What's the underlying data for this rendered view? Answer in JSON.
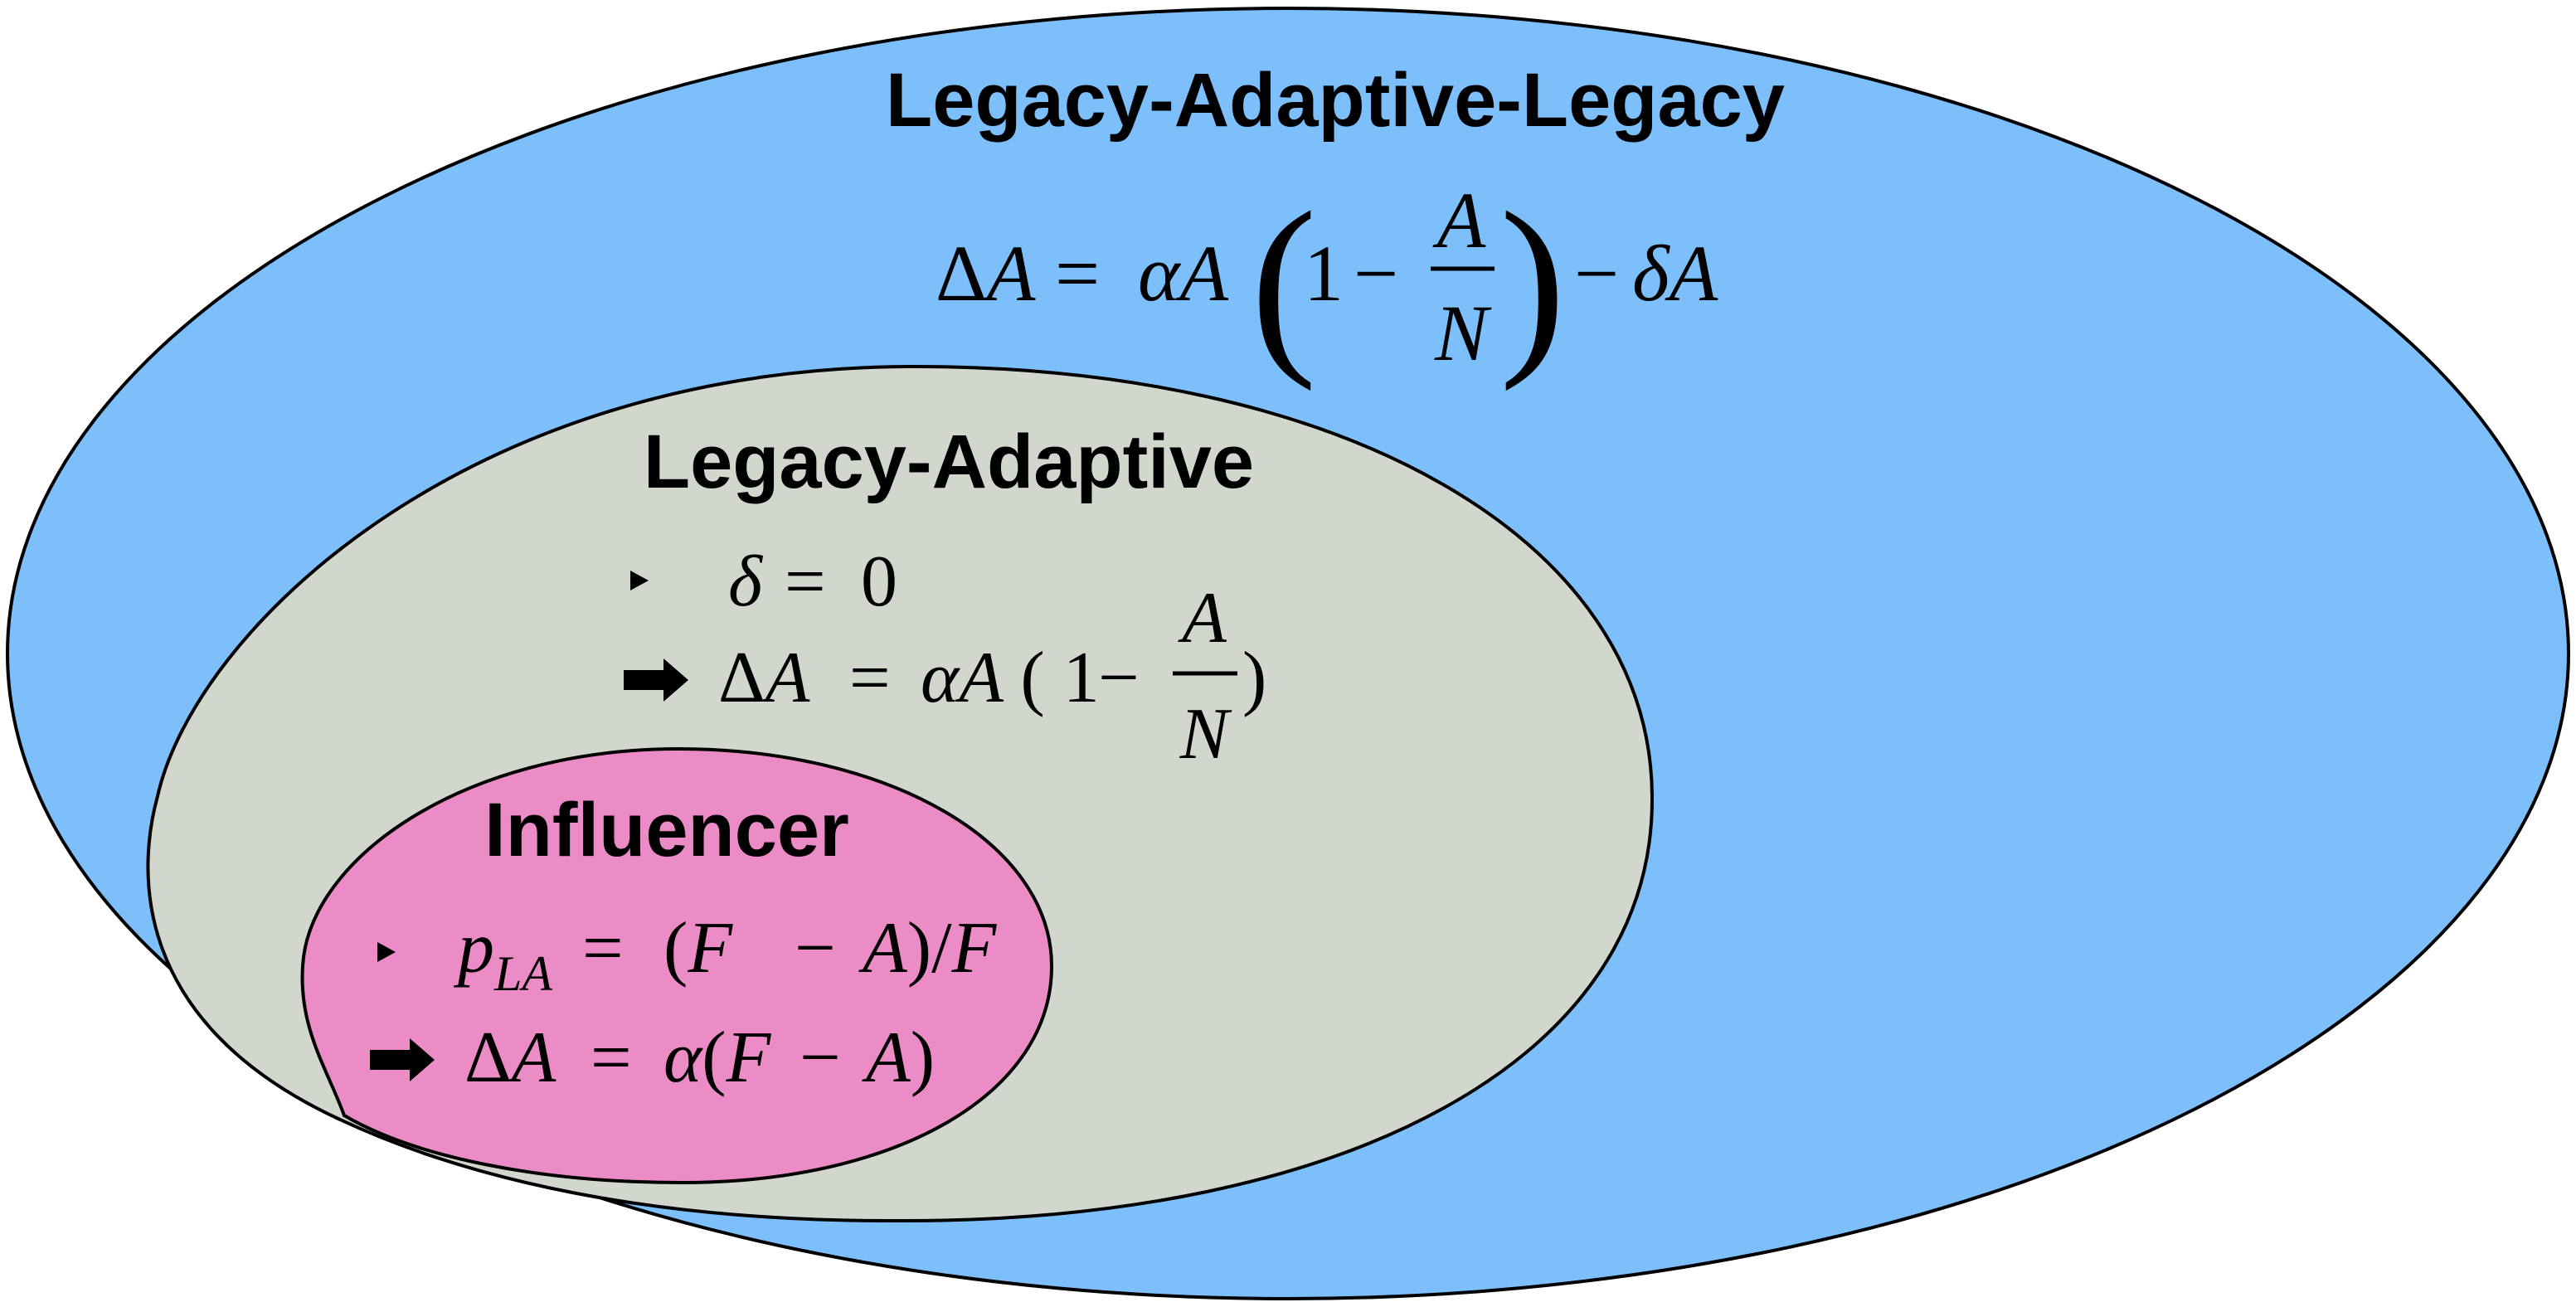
{
  "colors": {
    "outer_fill": "#7dbffa",
    "middle_fill": "#d2d7cd",
    "inner_fill": "#ec8cc7",
    "outline": "#000000"
  },
  "outer": {
    "title": "Legacy-Adaptive-Legacy",
    "eq": {
      "delta": "Δ",
      "a1": "A",
      "eq_sign": "=",
      "alpha": "α",
      "a2": "A",
      "lparen": "(",
      "one": "1",
      "minus1": "−",
      "frac_num": "A",
      "frac_den": "N",
      "rparen": ")",
      "minus2": "−",
      "delta_lower": "δ",
      "a3": "A"
    }
  },
  "middle": {
    "title": "Legacy-Adaptive",
    "condition": {
      "bullet_icon": "triangle-bullet",
      "delta_lower": "δ",
      "eq_sign": "=",
      "zero": "0"
    },
    "result": {
      "arrow_icon": "right-arrow",
      "delta": "Δ",
      "a1": "A",
      "eq_sign": "=",
      "alpha": "α",
      "a2": "A",
      "lparen": "(",
      "one": "1",
      "minus": "−",
      "frac_num": "A",
      "frac_den": "N",
      "rparen": ")"
    }
  },
  "inner": {
    "title": "Influencer",
    "condition": {
      "bullet_icon": "triangle-bullet",
      "p": "p",
      "subscript": "LA",
      "eq_sign": "=",
      "lparen": "(",
      "f1": "F",
      "minus": "−",
      "a": "A",
      "rparen": ")",
      "slash": "/",
      "f2": "F"
    },
    "result": {
      "arrow_icon": "right-arrow",
      "delta": "Δ",
      "a1": "A",
      "eq_sign": "=",
      "alpha": "α",
      "lparen": "(",
      "f": "F",
      "minus": "−",
      "a2": "A",
      "rparen": ")"
    }
  }
}
